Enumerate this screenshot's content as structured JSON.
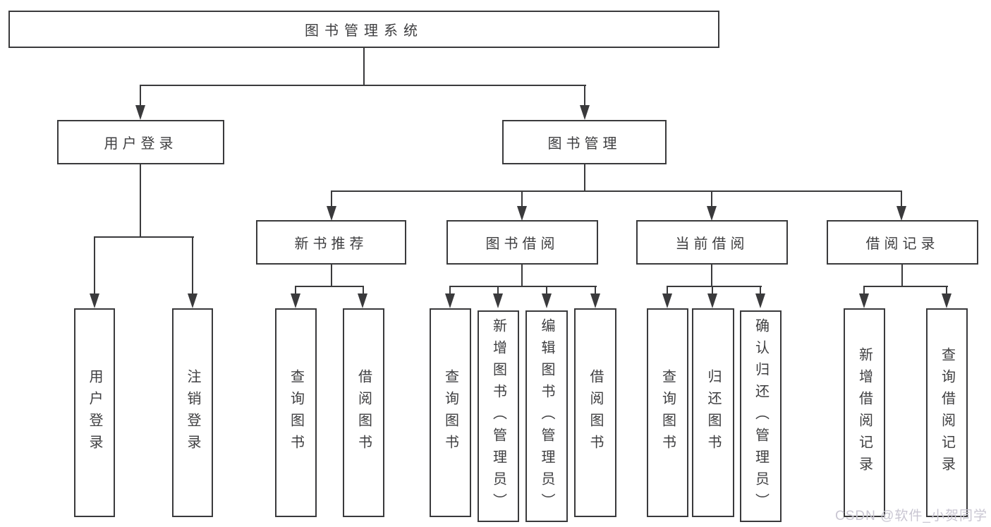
{
  "colors": {
    "line": "#3a3a3c",
    "text": "#3e3e40",
    "background": "#ffffff",
    "watermark": "#c9c6d2"
  },
  "diagram": {
    "nodes": {
      "root": "图书管理系统",
      "user_login": "用户登录",
      "book_mgmt": "图书管理",
      "new_book_rec": "新书推荐",
      "book_borrow": "图书借阅",
      "current_borrow": "当前借阅",
      "borrow_records": "借阅记录",
      "leaf_user_login": "用户登录",
      "leaf_logout": "注销登录",
      "nbr_query": "查询图书",
      "nbr_borrow": "借阅图书",
      "bb_query": "查询图书",
      "bb_add": "新增图书（管理员）",
      "bb_edit": "编辑图书（管理员）",
      "bb_borrow": "借阅图书",
      "cb_query": "查询图书",
      "cb_return": "归还图书",
      "cb_confirm": "确认归还（管理员）",
      "br_add": "新增借阅记录",
      "br_query": "查询借阅记录"
    },
    "structure": {
      "图书管理系统": {
        "用户登录": [
          "用户登录",
          "注销登录"
        ],
        "图书管理": {
          "新书推荐": [
            "查询图书",
            "借阅图书"
          ],
          "图书借阅": [
            "查询图书",
            "新增图书（管理员）",
            "编辑图书（管理员）",
            "借阅图书"
          ],
          "当前借阅": [
            "查询图书",
            "归还图书",
            "确认归还（管理员）"
          ],
          "借阅记录": [
            "新增借阅记录",
            "查询借阅记录"
          ]
        }
      }
    }
  },
  "watermark": {
    "text": "CSDN @软件_小贺同学"
  }
}
